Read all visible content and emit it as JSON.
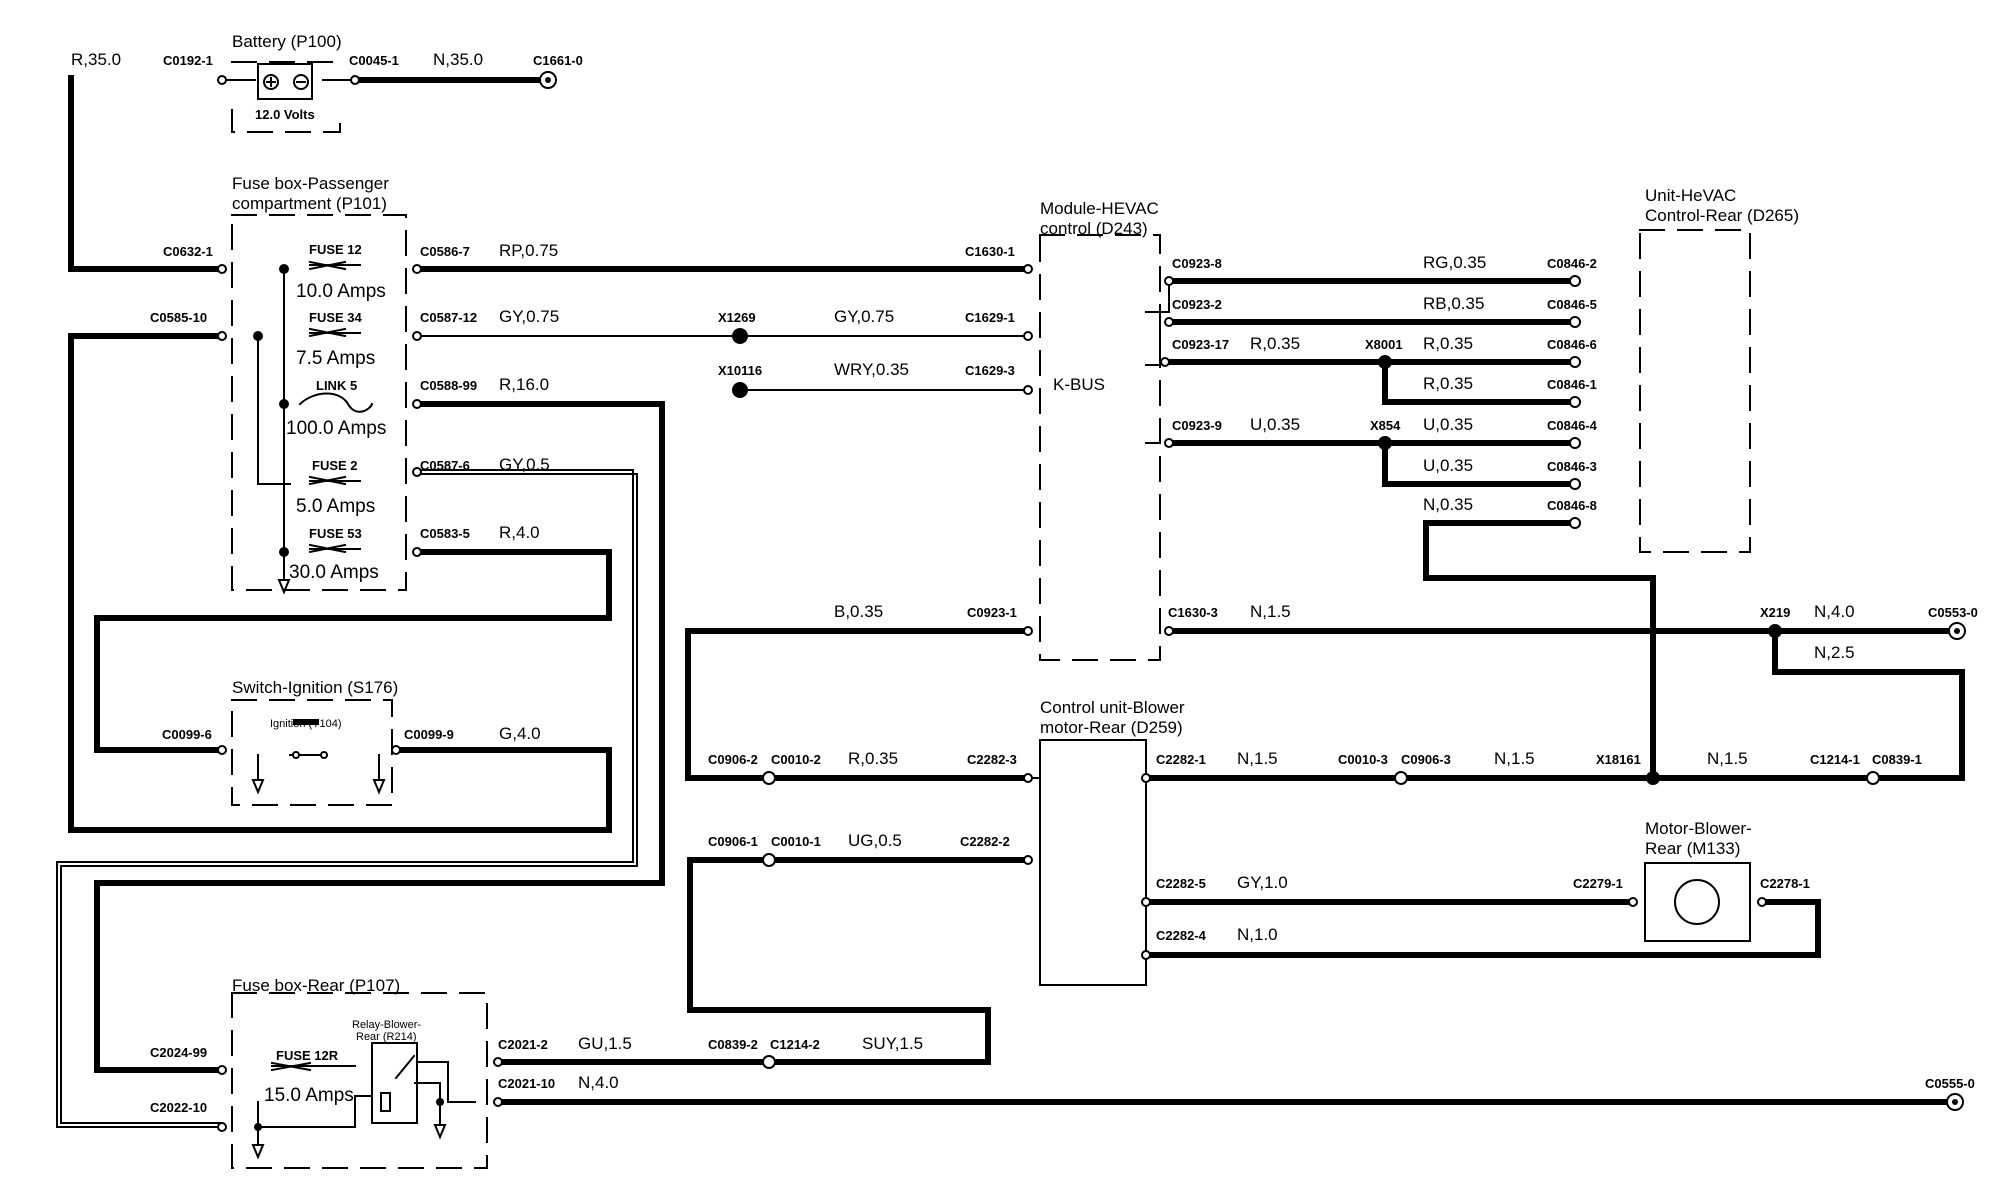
{
  "colors": {
    "line": "#000000",
    "background": "#ffffff"
  },
  "components": {
    "battery": {
      "title": "Battery (P100)",
      "voltage": "12.0 Volts"
    },
    "fusebox_passenger": {
      "title_line1": "Fuse box-Passenger",
      "title_line2": "compartment (P101)"
    },
    "hevac_module": {
      "title_line1": "Module-HEVAC",
      "title_line2": "control (D243)",
      "kbus": "K-BUS"
    },
    "hevac_rear": {
      "title_line1": "Unit-HeVAC",
      "title_line2": "Control-Rear (D265)"
    },
    "switch_ignition": {
      "title": "Switch-Ignition (S176)",
      "inner": "Ignition (Y104)"
    },
    "blower_ctrl": {
      "title_line1": "Control unit-Blower",
      "title_line2": "motor-Rear (D259)"
    },
    "blower_motor": {
      "title_line1": "Motor-Blower-",
      "title_line2": "Rear (M133)"
    },
    "fusebox_rear": {
      "title": "Fuse box-Rear (P107)"
    },
    "relay": {
      "line1": "Relay-Blower-",
      "line2": "Rear (R214)"
    }
  },
  "fuses": [
    {
      "name": "FUSE 12",
      "rating": "10.0 Amps"
    },
    {
      "name": "FUSE 34",
      "rating": "7.5 Amps"
    },
    {
      "name": "LINK 5",
      "rating": "100.0 Amps"
    },
    {
      "name": "FUSE 2",
      "rating": "5.0 Amps"
    },
    {
      "name": "FUSE 53",
      "rating": "30.0 Amps"
    },
    {
      "name": "FUSE 12R",
      "rating": "15.0 Amps"
    }
  ],
  "connectors": {
    "c0192_1": "C0192-1",
    "c0045_1": "C0045-1",
    "c1661_0": "C1661-0",
    "c0632_1": "C0632-1",
    "c0585_10": "C0585-10",
    "c0586_7": "C0586-7",
    "c0587_12": "C0587-12",
    "c0588_99": "C0588-99",
    "c0587_6": "C0587-6",
    "c0583_5": "C0583-5",
    "x1269": "X1269",
    "x10116": "X10116",
    "c1630_1": "C1630-1",
    "c1629_1": "C1629-1",
    "c1629_3": "C1629-3",
    "c0923_8": "C0923-8",
    "c0923_2": "C0923-2",
    "c0923_17": "C0923-17",
    "c0923_9": "C0923-9",
    "x8001": "X8001",
    "x854": "X854",
    "c0846_2": "C0846-2",
    "c0846_5": "C0846-5",
    "c0846_6": "C0846-6",
    "c0846_1": "C0846-1",
    "c0846_4": "C0846-4",
    "c0846_3": "C0846-3",
    "c0846_8": "C0846-8",
    "c0923_1": "C0923-1",
    "c1630_3": "C1630-3",
    "x219": "X219",
    "c0553_0": "C0553-0",
    "c0099_6": "C0099-6",
    "c0099_9": "C0099-9",
    "c0906_2": "C0906-2",
    "c0010_2": "C0010-2",
    "c2282_3": "C2282-3",
    "c2282_1": "C2282-1",
    "c0010_3": "C0010-3",
    "c0906_3": "C0906-3",
    "x18161": "X18161",
    "c1214_1": "C1214-1",
    "c0839_1": "C0839-1",
    "c0906_1": "C0906-1",
    "c0010_1": "C0010-1",
    "c2282_2": "C2282-2",
    "c2282_5": "C2282-5",
    "c2279_1": "C2279-1",
    "c2278_1": "C2278-1",
    "c2282_4": "C2282-4",
    "c2024_99": "C2024-99",
    "c2022_10": "C2022-10",
    "c2021_2": "C2021-2",
    "c0839_2": "C0839-2",
    "c1214_2": "C1214-2",
    "c2021_10": "C2021-10",
    "c0555_0": "C0555-0"
  },
  "wires": {
    "w_r35": "R,35.0",
    "w_n35": "N,35.0",
    "w_rp075": "RP,0.75",
    "w_gy075a": "GY,0.75",
    "w_gy075b": "GY,0.75",
    "w_wry035": "WRY,0.35",
    "w_r16": "R,16.0",
    "w_gy05": "GY,0.5",
    "w_r4": "R,4.0",
    "w_g4": "G,4.0",
    "w_rg035": "RG,0.35",
    "w_rb035": "RB,0.35",
    "w_r035a": "R,0.35",
    "w_r035b": "R,0.35",
    "w_r035c": "R,0.35",
    "w_u035a": "U,0.35",
    "w_u035b": "U,0.35",
    "w_u035c": "U,0.35",
    "w_n035": "N,0.35",
    "w_b035": "B,0.35",
    "w_n15a": "N,1.5",
    "w_n4a": "N,4.0",
    "w_n25": "N,2.5",
    "w_r035d": "R,0.35",
    "w_n15b": "N,1.5",
    "w_n15c": "N,1.5",
    "w_n15d": "N,1.5",
    "w_ug05": "UG,0.5",
    "w_gy10": "GY,1.0",
    "w_n10": "N,1.0",
    "w_gu15": "GU,1.5",
    "w_suy15": "SUY,1.5",
    "w_n4b": "N,4.0"
  }
}
